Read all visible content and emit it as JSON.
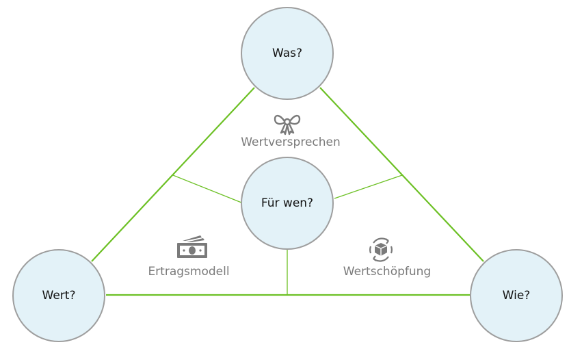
{
  "colors": {
    "line": "#6cc024",
    "node_fill": "#e3f2f8",
    "node_border": "#9e9e9e",
    "label": "#7a7a7a"
  },
  "nodes": {
    "top": "Was?",
    "center": "Für wen?",
    "left": "Wert?",
    "right": "Wie?"
  },
  "segments": {
    "value_proposition": {
      "label": "Wertversprechen",
      "icon": "bow-icon"
    },
    "revenue_model": {
      "label": "Ertragsmodell",
      "icon": "money-icon"
    },
    "value_chain": {
      "label": "Wertschöpfung",
      "icon": "box-cycle-icon"
    }
  }
}
